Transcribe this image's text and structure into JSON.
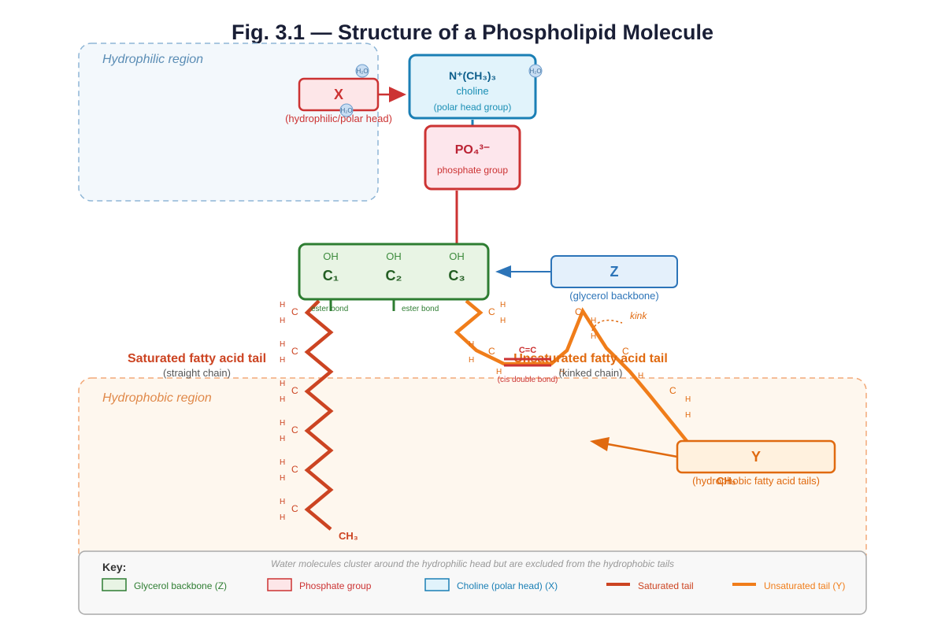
{
  "title": "Fig. 3.1 — Structure of a Phospholipid Molecule",
  "regions": {
    "hydrophilic": "Hydrophilic region",
    "hydrophobic": "Hydrophobic region"
  },
  "water_label": "H₂O",
  "x_box": {
    "label": "X",
    "caption": "(hydrophilic/polar head)"
  },
  "choline": {
    "formula": "N⁺(CH₃)₃",
    "name": "choline",
    "desc": "(polar head group)"
  },
  "phosphate": {
    "formula": "PO₄³⁻",
    "name": "phosphate group"
  },
  "glycerol": {
    "oh": [
      "OH",
      "OH",
      "OH"
    ],
    "carbons": [
      "C₁",
      "C₂",
      "C₃"
    ],
    "ester1": "ester bond",
    "ester2": "ester bond"
  },
  "z_box": {
    "label": "Z",
    "caption": "(glycerol backbone)"
  },
  "y_box": {
    "label": "Y",
    "caption": "(hydrophobic fatty acid tails)"
  },
  "saturated": {
    "title": "Saturated fatty acid tail",
    "sub": "(straight chain)",
    "end": "CH₃"
  },
  "unsaturated": {
    "title": "Unsaturated fatty acid tail",
    "sub": "(kinked chain)",
    "double_bond": "C=C",
    "cis": "(cis double bond)",
    "kink": "kink",
    "end": "CH₃"
  },
  "atoms": {
    "c": "C",
    "h": "H"
  },
  "legend": {
    "key": "Key:",
    "note": "Water molecules cluster around the hydrophilic head but are excluded from the hydrophobic tails",
    "items": [
      {
        "label": "Glycerol backbone (Z)"
      },
      {
        "label": "Phosphate group"
      },
      {
        "label": "Choline (polar head) (X)"
      },
      {
        "label": "Saturated tail"
      },
      {
        "label": "Unsaturated tail (Y)"
      }
    ]
  },
  "colors": {
    "title": "#1a1f36",
    "hydrophilic_fill": "#f3f8fc",
    "hydrophilic_stroke": "#8fb6d6",
    "hydrophilic_text": "#5b8db5",
    "hydrophobic_fill": "#fef7ee",
    "hydrophobic_stroke": "#f2a978",
    "hydrophobic_text": "#e0894a",
    "red": "#cc3333",
    "red_fill": "#fde6e8",
    "choline_stroke": "#1a7fb5",
    "choline_fill": "#e1f3fb",
    "choline_text": "#0e5f8c",
    "choline_sub": "#1b8fb5",
    "glycerol_stroke": "#2e7d32",
    "glycerol_fill": "#e8f4e4",
    "glycerol_text": "#2e7d32",
    "z_stroke": "#2c74b8",
    "z_fill": "#e4f0fb",
    "saturated": "#cc4422",
    "unsaturated": "#f07d1a",
    "y_fill": "#fff1de",
    "water_fill": "#c9def3",
    "water_stroke": "#6d9dcc"
  }
}
